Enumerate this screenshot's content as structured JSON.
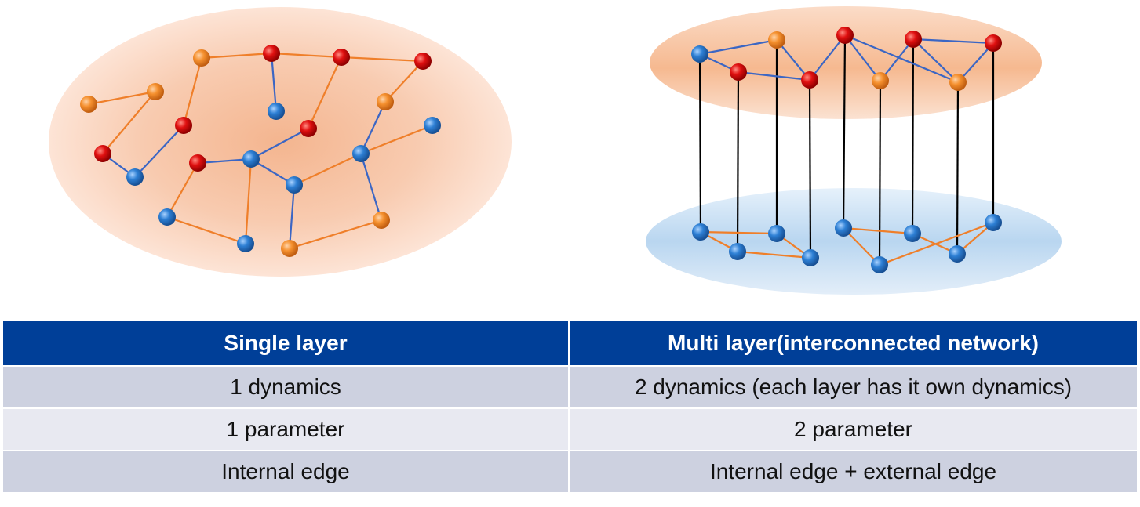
{
  "colors": {
    "header_bg": "#003f98",
    "header_text": "#ffffff",
    "row_dark": "#cdd1e0",
    "row_light": "#e8e9f1",
    "node_red": "#d40d0d",
    "node_orange": "#f08a33",
    "node_blue": "#2a78c8",
    "edge_orange": "#ef7f2a",
    "edge_blue": "#3b66c4",
    "interlayer_edge": "#000000",
    "layer_orange": "#f6c0a0",
    "layer_blue": "#c4dcf2"
  },
  "table": {
    "headers": [
      "Single layer",
      "Multi layer(interconnected network)"
    ],
    "rows": [
      [
        "1 dynamics",
        "2 dynamics (each layer has it own dynamics)"
      ],
      [
        "1 parameter",
        "2 parameter"
      ],
      [
        "Internal edge",
        "Internal edge + external edge"
      ]
    ]
  }
}
